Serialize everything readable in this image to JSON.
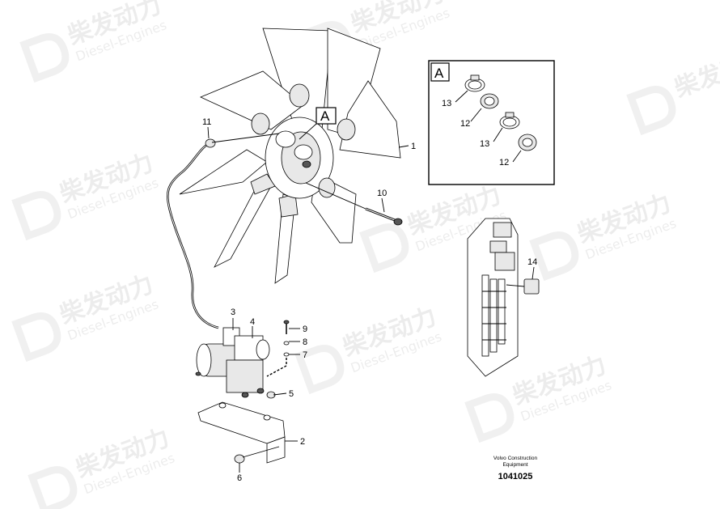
{
  "watermark": {
    "brand_cn": "柴发动力",
    "brand_en": "Diesel-Engines"
  },
  "detail_box": {
    "letter": "A",
    "callouts": [
      "13",
      "12",
      "13",
      "12"
    ]
  },
  "fan_view_label": "A",
  "callouts": {
    "c1": "1",
    "c2": "2",
    "c3": "3",
    "c4": "4",
    "c5": "5",
    "c6": "6",
    "c7": "7",
    "c8": "8",
    "c9": "9",
    "c10": "10",
    "c11": "11",
    "c14": "14"
  },
  "footer": {
    "caption_line1": "Volvo Construction",
    "caption_line2": "Equipment",
    "drawing_number": "1041025"
  }
}
